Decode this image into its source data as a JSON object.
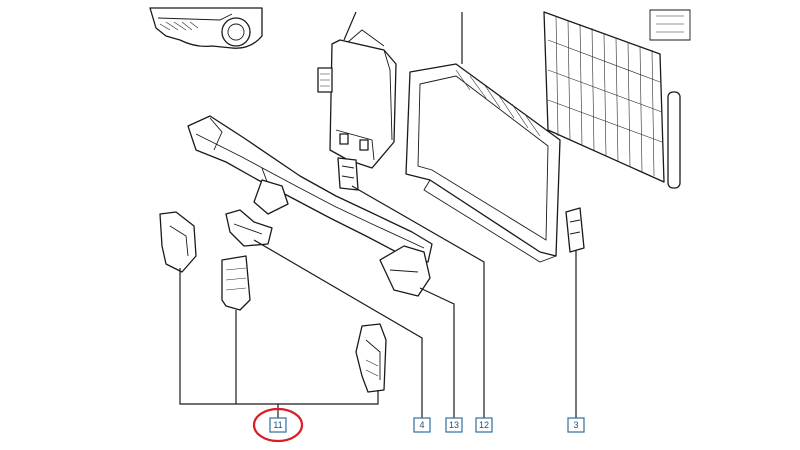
{
  "callouts": [
    {
      "id": "callout-11",
      "label": "11",
      "highlighted": true
    },
    {
      "id": "callout-4",
      "label": "4",
      "highlighted": false
    },
    {
      "id": "callout-13",
      "label": "13",
      "highlighted": false
    },
    {
      "id": "callout-12",
      "label": "12",
      "highlighted": false
    },
    {
      "id": "callout-3",
      "label": "3",
      "highlighted": false
    }
  ],
  "colors": {
    "callout_border": "#2f6f9f",
    "callout_text": "#1a4f7a",
    "highlight_ring": "#d81f26",
    "line_art": "#1a1a1a"
  }
}
